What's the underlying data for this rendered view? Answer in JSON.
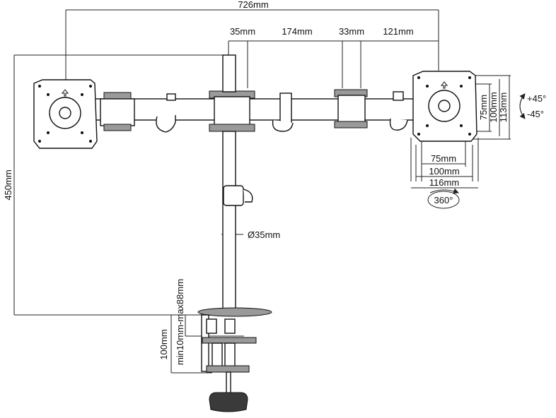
{
  "dimensions": {
    "overall_width": "726mm",
    "offset_35": "35mm",
    "segment_174": "174mm",
    "offset_33": "33mm",
    "segment_121": "121mm",
    "total_height": "450mm",
    "pole_diameter": "Ø35mm",
    "clamp_range": "min10mm-max88mm",
    "clamp_depth": "100mm",
    "vesa_w_75": "75mm",
    "vesa_w_100": "100mm",
    "plate_w_116": "116mm",
    "vesa_h_75": "75mm",
    "vesa_h_100": "100mm",
    "plate_h_113": "113mm"
  },
  "angles": {
    "tilt_up": "+45°",
    "tilt_down": "-45°",
    "rotation": "360°"
  }
}
